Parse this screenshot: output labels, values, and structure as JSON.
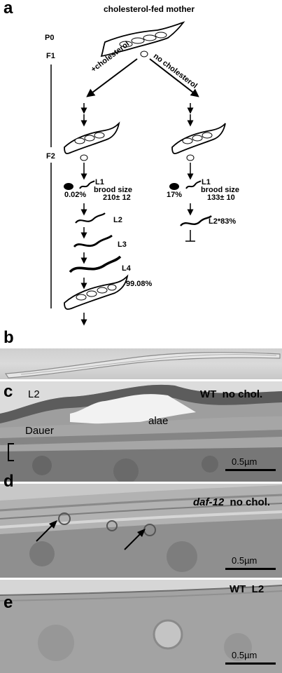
{
  "panel_a": {
    "letter": "a",
    "title": "cholesterol-fed mother",
    "generations": [
      "P0",
      "F1",
      "F2"
    ],
    "branch_left": "+cholesterol",
    "branch_right": "no cholesterol",
    "left": {
      "percent_black": "0.02%",
      "l1": "L1",
      "brood_label": "brood size",
      "brood_value": "210± 12",
      "l2": "L2",
      "l3": "L3",
      "l4": "L4",
      "adult_percent": "99.08%"
    },
    "right": {
      "percent_black": "17%",
      "l1": "L1",
      "brood_label": "brood size",
      "brood_value": "133± 10",
      "l2": "L2*83%"
    }
  },
  "panel_b": {
    "letter": "b"
  },
  "panel_c": {
    "letter": "c",
    "label_right": "WT  no chol.",
    "label_l2": "L2",
    "label_alae": "alae",
    "label_dauer": "Dauer",
    "scale": "0.5µm"
  },
  "panel_d": {
    "letter": "d",
    "label_italic": "daf-12",
    "label_rest": "no chol.",
    "scale": "0.5µm"
  },
  "panel_e": {
    "letter": "e",
    "label_right": "WT  L2",
    "scale": "0.5µm"
  }
}
